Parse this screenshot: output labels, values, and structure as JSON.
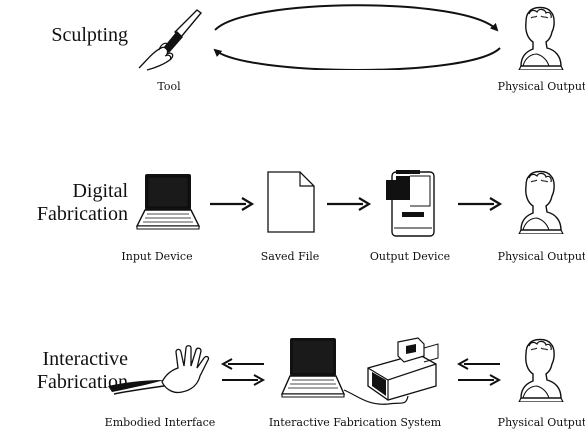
{
  "rows": [
    {
      "heading_lines": [
        "Sculpting"
      ],
      "labels": [
        "Tool",
        "Physical Output"
      ]
    },
    {
      "heading_lines": [
        "Digital",
        "Fabrication"
      ],
      "labels": [
        "Input Device",
        "Saved File",
        "Output Device",
        "Physical Output"
      ]
    },
    {
      "heading_lines": [
        "Interactive",
        "Fabrication"
      ],
      "labels": [
        "Embodied Interface",
        "Interactive Fabrication System",
        "Physical Output"
      ]
    }
  ],
  "icons": {
    "tool": "chisel-in-hand-icon",
    "bust": "bust-sculpture-icon",
    "laptop": "laptop-icon",
    "file": "document-file-icon",
    "printer": "3d-printer-icon",
    "hand": "gesturing-hand-icon",
    "machine": "fabrication-machine-icon"
  },
  "colors": {
    "ink": "#111111",
    "background": "#ffffff"
  }
}
